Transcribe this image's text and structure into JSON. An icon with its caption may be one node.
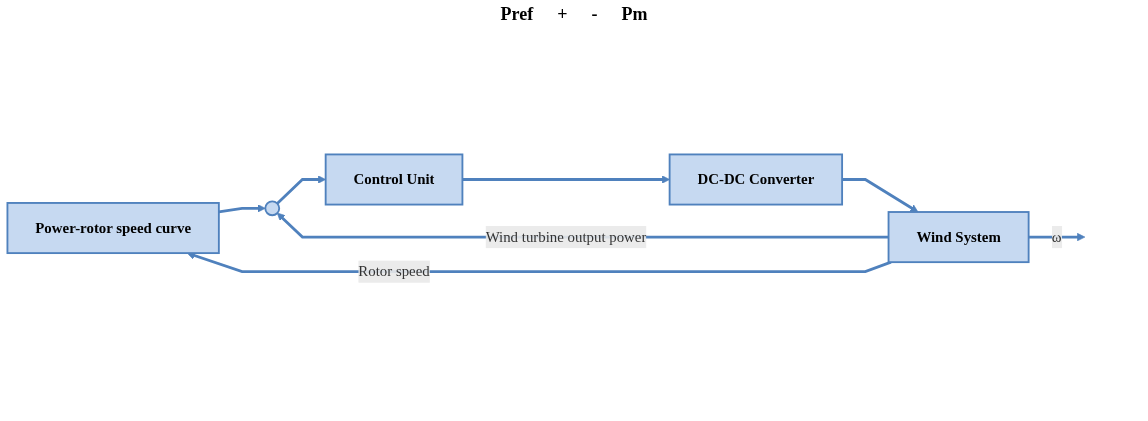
{
  "diagram": {
    "nodes": [
      {
        "text": [
          "Power-rotor speed curve"
        ]
      },
      {
        "text": [],
        "shape": "circle"
      },
      {
        "text": [
          "Control Unit"
        ]
      },
      {
        "text": [
          "DC-DC Converter"
        ]
      },
      {
        "text": [
          "Wind System"
        ]
      }
    ],
    "edges": [
      {
        "from": 0,
        "to": 1,
        "arrow": "to"
      },
      {
        "from": 1,
        "to": 2,
        "arrow": "to"
      },
      {
        "from": 2,
        "to": 3,
        "arrow": "to"
      },
      {
        "from": 3,
        "to": 4,
        "arrow": "to"
      },
      {
        "from": 4,
        "to": null,
        "arrow": "to",
        "label": "ω"
      },
      {
        "from": 4,
        "to": 1,
        "arrow": "to",
        "label": "Wind turbine output power"
      },
      {
        "from": 4,
        "to": 0,
        "arrow": "to",
        "label": "Rotor speed"
      }
    ],
    "labels": [
      "Pref",
      "+",
      "-",
      "Pm"
    ]
  }
}
